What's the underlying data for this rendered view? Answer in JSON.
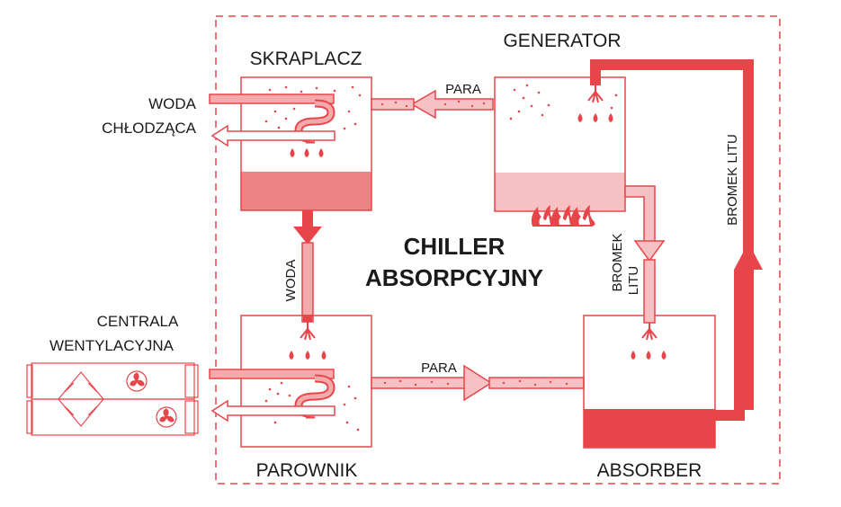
{
  "title": {
    "line1": "CHILLER",
    "line2": "ABSORPCYJNY"
  },
  "units": {
    "condenser": "SKRAPLACZ",
    "generator": "GENERATOR",
    "evaporator": "PAROWNIK",
    "absorber": "ABSORBER"
  },
  "external": {
    "cooling_water_line1": "WODA",
    "cooling_water_line2": "CHŁODZĄCA",
    "ahu_line1": "CENTRALA",
    "ahu_line2": "WENTYLACYJNA"
  },
  "flows": {
    "vapor_top": "PARA",
    "vapor_bottom": "PARA",
    "water": "WODA",
    "libr_line1": "BROMEK",
    "libr_line2": "LITU",
    "libr_right": "BROMEK LITU"
  },
  "colors": {
    "accent": "#e8454a",
    "accent_light": "#f4a9ab",
    "accent_pale": "#f7c1c3",
    "accent_mid": "#ee8386",
    "text": "#1a1a1a"
  }
}
